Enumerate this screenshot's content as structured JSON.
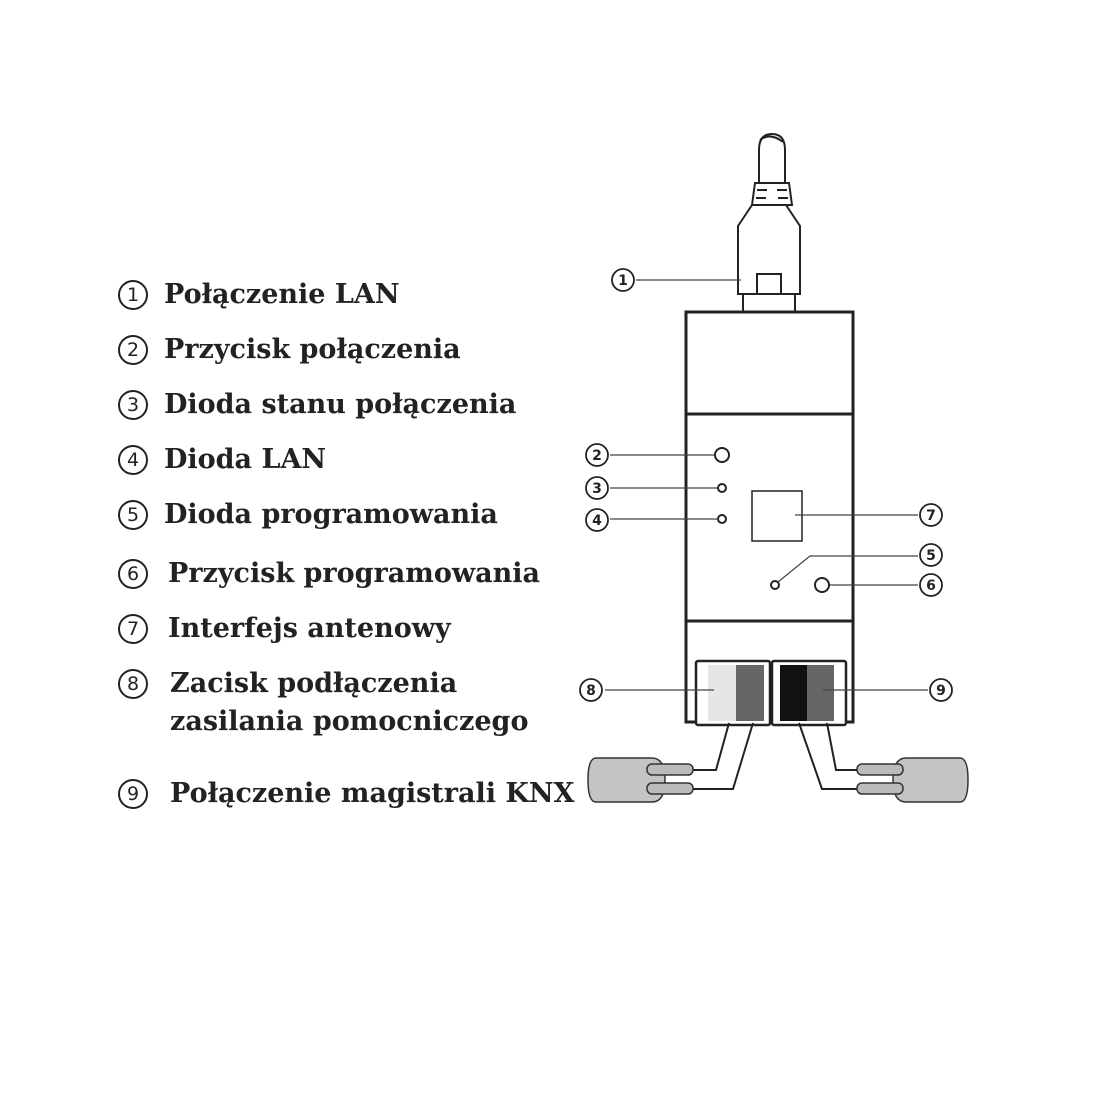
{
  "legend": {
    "items": [
      {
        "num": "1",
        "label": "Połączenie LAN"
      },
      {
        "num": "2",
        "label": "Przycisk połączenia"
      },
      {
        "num": "3",
        "label": "Dioda stanu połączenia"
      },
      {
        "num": "4",
        "label": "Dioda LAN"
      },
      {
        "num": "5",
        "label": "Dioda programowania"
      },
      {
        "num": "6",
        "label": "Przycisk programowania"
      },
      {
        "num": "7",
        "label": "Interfejs antenowy"
      },
      {
        "num": "8",
        "label": "Zacisk podłączenia\nzasilania pomocniczego"
      },
      {
        "num": "9",
        "label": "Połączenie magistrali KNX"
      }
    ]
  },
  "diagram": {
    "callouts": [
      "1",
      "2",
      "3",
      "4",
      "5",
      "6",
      "7",
      "8",
      "9"
    ],
    "colors": {
      "line": "#222222",
      "light_terminal": "#e6e6e6",
      "dark_terminal": "#666666",
      "black_terminal": "#111111",
      "cable": "#bdbdbd"
    }
  }
}
